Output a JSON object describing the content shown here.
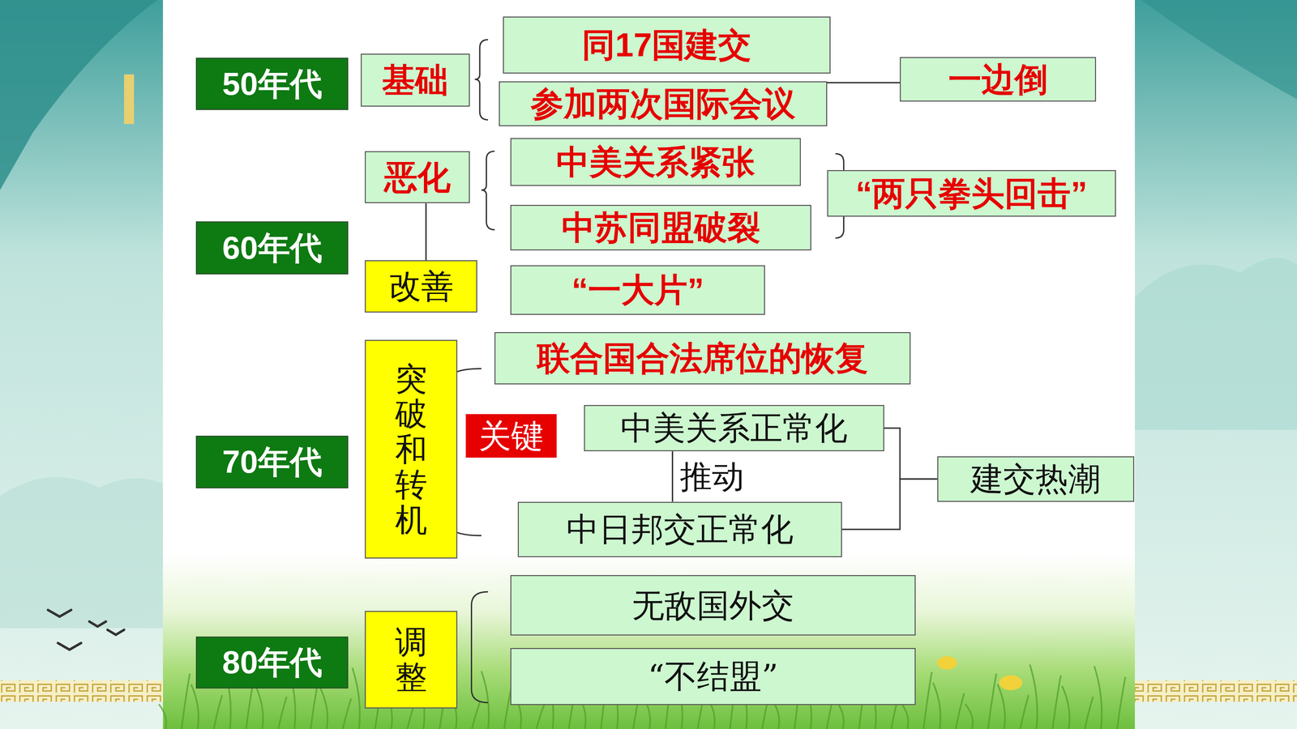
{
  "diagram": {
    "nodes": [
      {
        "text": [
          "50年代"
        ]
      },
      {
        "text": [
          "基础"
        ]
      },
      {
        "text": [
          "同17国建交"
        ]
      },
      {
        "text": [
          "参加两次国际会议"
        ]
      },
      {
        "text": [
          "一边倒"
        ]
      },
      {
        "text": [
          "60年代"
        ]
      },
      {
        "text": [
          "恶化"
        ]
      },
      {
        "text": [
          "中美关系紧张"
        ]
      },
      {
        "text": [
          "中苏同盟破裂"
        ]
      },
      {
        "text": [
          "“两只拳头回击”"
        ]
      },
      {
        "text": [
          "改善"
        ]
      },
      {
        "text": [
          "“一大片”"
        ]
      },
      {
        "text": [
          "70年代"
        ]
      },
      {
        "text": [
          "突破和转机"
        ]
      },
      {
        "text": [
          "联合国合法席位的恢复"
        ]
      },
      {
        "text": [
          "关键"
        ]
      },
      {
        "text": [
          "中美关系正常化"
        ]
      },
      {
        "text": [
          "中日邦交正常化"
        ]
      },
      {
        "text": [
          "建交热潮"
        ]
      },
      {
        "text": [
          "80年代"
        ]
      },
      {
        "text": [
          "调整"
        ]
      },
      {
        "text": [
          "无敌国外交"
        ]
      },
      {
        "text": [
          "“不结盟”"
        ]
      }
    ],
    "edges": [
      {
        "from": 3,
        "to": 4,
        "arrow": "none"
      },
      {
        "from": 6,
        "to": 10,
        "arrow": "none"
      },
      {
        "from": 16,
        "to": 17,
        "label": "推动",
        "arrow": "none"
      },
      {
        "from": 16,
        "to": 18,
        "arrow": "none"
      },
      {
        "from": 17,
        "to": 18,
        "arrow": "none"
      }
    ]
  }
}
